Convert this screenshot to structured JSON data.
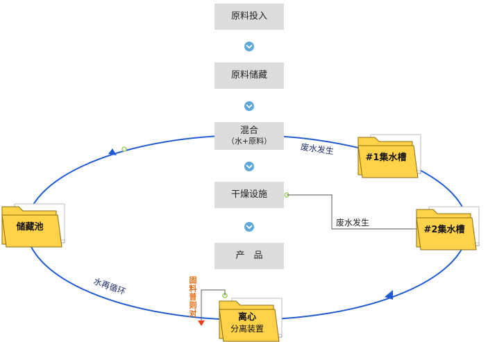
{
  "process": {
    "steps": [
      {
        "label": "原料投入"
      },
      {
        "label": "原料储藏"
      },
      {
        "label": "混合",
        "sub": "（水+原料）"
      },
      {
        "label": "干燥设施"
      },
      {
        "label": "产　品"
      }
    ]
  },
  "folders": {
    "tank1": "#1集水槽",
    "tank2": "#2集水槽",
    "storage": "储藏池",
    "separator_line1": "离心",
    "separator_line2": "分离装置"
  },
  "edge_labels": {
    "waste1": "废水发生",
    "waste2": "废水发生",
    "recycle": "水再循环",
    "side_note": "固料普则对"
  },
  "colors": {
    "loop_line": "#1f5bd0",
    "step_bg": "#dcdcdc",
    "chevron": "#5fa7d8",
    "folder_fill": "#ffd24a",
    "note_color": "#e86a10"
  }
}
